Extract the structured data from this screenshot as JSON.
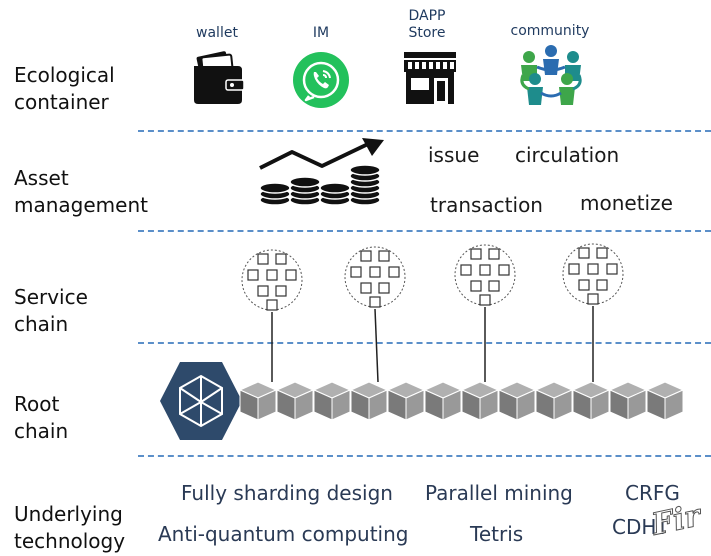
{
  "layers": [
    {
      "key": "ecological",
      "label": "Ecological\ncontainer"
    },
    {
      "key": "asset",
      "label": "Asset\nmanagement"
    },
    {
      "key": "service",
      "label": "Service\nchain"
    },
    {
      "key": "root",
      "label": "Root\nchain"
    },
    {
      "key": "underlying",
      "label": "Underlying\ntechnology"
    }
  ],
  "ecological_apps": [
    {
      "label": "wallet",
      "icon": "wallet-icon"
    },
    {
      "label": "IM",
      "icon": "phone-chat-icon"
    },
    {
      "label": "DAPP\nStore",
      "icon": "storefront-icon"
    },
    {
      "label": "community",
      "icon": "community-people-icon"
    }
  ],
  "asset_functions": [
    "issue",
    "circulation",
    "transaction",
    "monetize"
  ],
  "service_chain_count": 4,
  "root_chain_block_count": 12,
  "underlying_tech": [
    "Fully sharding design",
    "Parallel mining",
    "CRFG",
    "Anti-quantum computing",
    "Tetris",
    "CDHT"
  ],
  "watermark": "Fir",
  "colors": {
    "divider": "#5b8fc9",
    "im_green": "#23c15c",
    "root_hex": "#2e4a6b",
    "block_gray": "#8c8c8c",
    "community_teal": "#1e8c8c",
    "community_green": "#3ea64a",
    "community_blue": "#2b6cb0"
  }
}
